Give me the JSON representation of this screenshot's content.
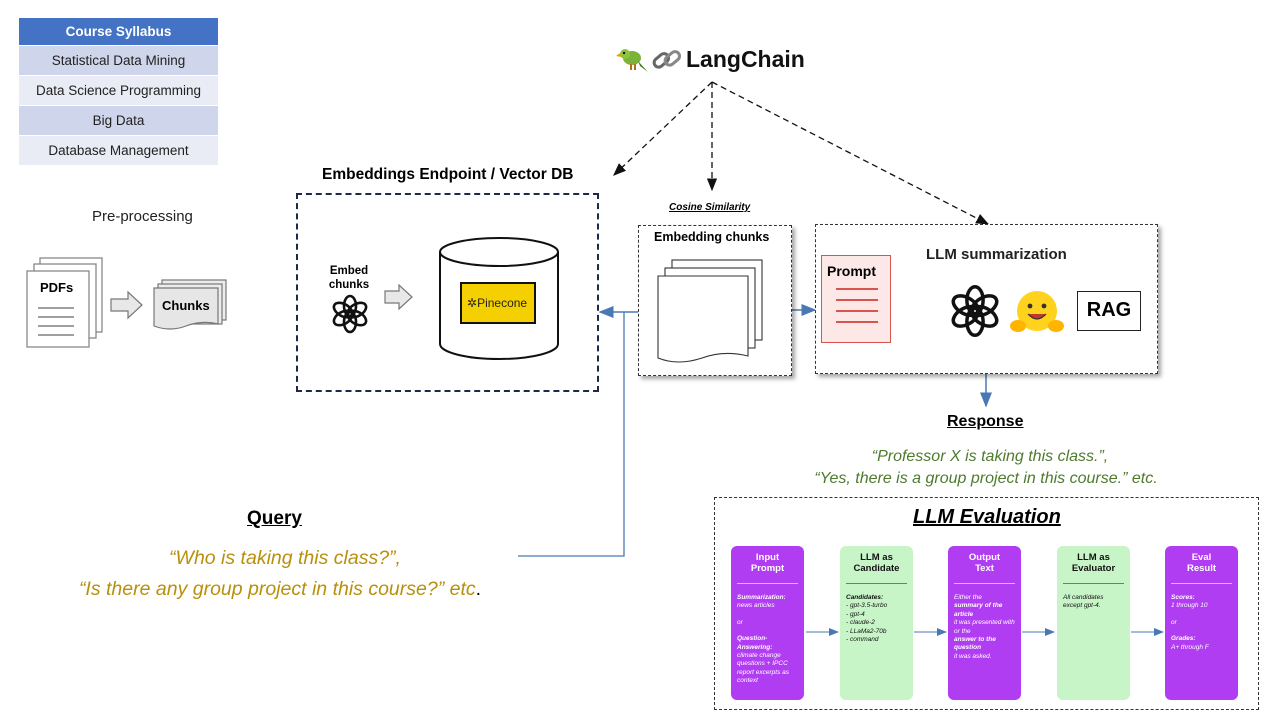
{
  "syllabus": {
    "header": "Course Syllabus",
    "items": [
      "Statistical Data Mining",
      "Data Science Programming",
      "Big Data",
      "Database Management"
    ]
  },
  "langchain": {
    "label": "LangChain",
    "icons": [
      "parrot-icon",
      "chain-link-icon"
    ]
  },
  "preprocessing": {
    "label": "Pre-processing",
    "pdfs": "PDFs",
    "chunks": "Chunks"
  },
  "vector_db": {
    "title": "Embeddings Endpoint / Vector DB",
    "embed_label_1": "Embed",
    "embed_label_2": "chunks",
    "pinecone": "Pinecone"
  },
  "similarity": {
    "caption": "Cosine Similarity",
    "title": "Embedding chunks"
  },
  "summarization": {
    "prompt": "Prompt",
    "title": "LLM summarization",
    "rag": "RAG"
  },
  "response": {
    "label": "Response",
    "line1": "“Professor X is taking this class.”,",
    "line2": "“Yes, there is a group project in this course.” etc."
  },
  "query": {
    "label": "Query",
    "line1": "“Who is taking this class?”,",
    "line2": "“Is there any group project in this course?” etc",
    "line2_end": "."
  },
  "evaluation": {
    "title": "LLM Evaluation",
    "cards": [
      {
        "title1": "Input",
        "title2": "Prompt",
        "l1": "Summarization:",
        "l2": "news articles",
        "l3": "or",
        "l4": "Question-",
        "l5": "Answering:",
        "l6": "climate change questions + IPCC report excerpts as context"
      },
      {
        "title1": "LLM as",
        "title2": "Candidate",
        "l1": "Candidates:",
        "l2": "- gpt-3.5-turbo",
        "l3": "- gpt-4",
        "l4": "- claude-2",
        "l5": "- LLaMa2-70b",
        "l6": "- command"
      },
      {
        "title1": "Output",
        "title2": "Text",
        "l1": "Either the",
        "l2": "summary of the article",
        "l3": "it was presented with or the",
        "l4": "answer to the question",
        "l5": "it was asked.",
        "l6": ""
      },
      {
        "title1": "LLM as",
        "title2": "Evaluator",
        "l1": "All candidates except gpt-4.",
        "l2": "",
        "l3": "",
        "l4": "",
        "l5": "",
        "l6": ""
      },
      {
        "title1": "Eval",
        "title2": "Result",
        "l1": "Scores:",
        "l2": "1 through 10",
        "l3": "or",
        "l4": "Grades:",
        "l5": "A+ through F",
        "l6": ""
      }
    ]
  },
  "colors": {
    "accent_blue": "#4472c4",
    "arrow_blue": "#4a78b5",
    "pinecone_yellow": "#f5d000",
    "eval_purple": "#b03df2",
    "eval_green": "#c8f5c8",
    "quote_green": "#4e7a2e",
    "quote_gold": "#b8900c",
    "prompt_red": "#d9534f"
  }
}
